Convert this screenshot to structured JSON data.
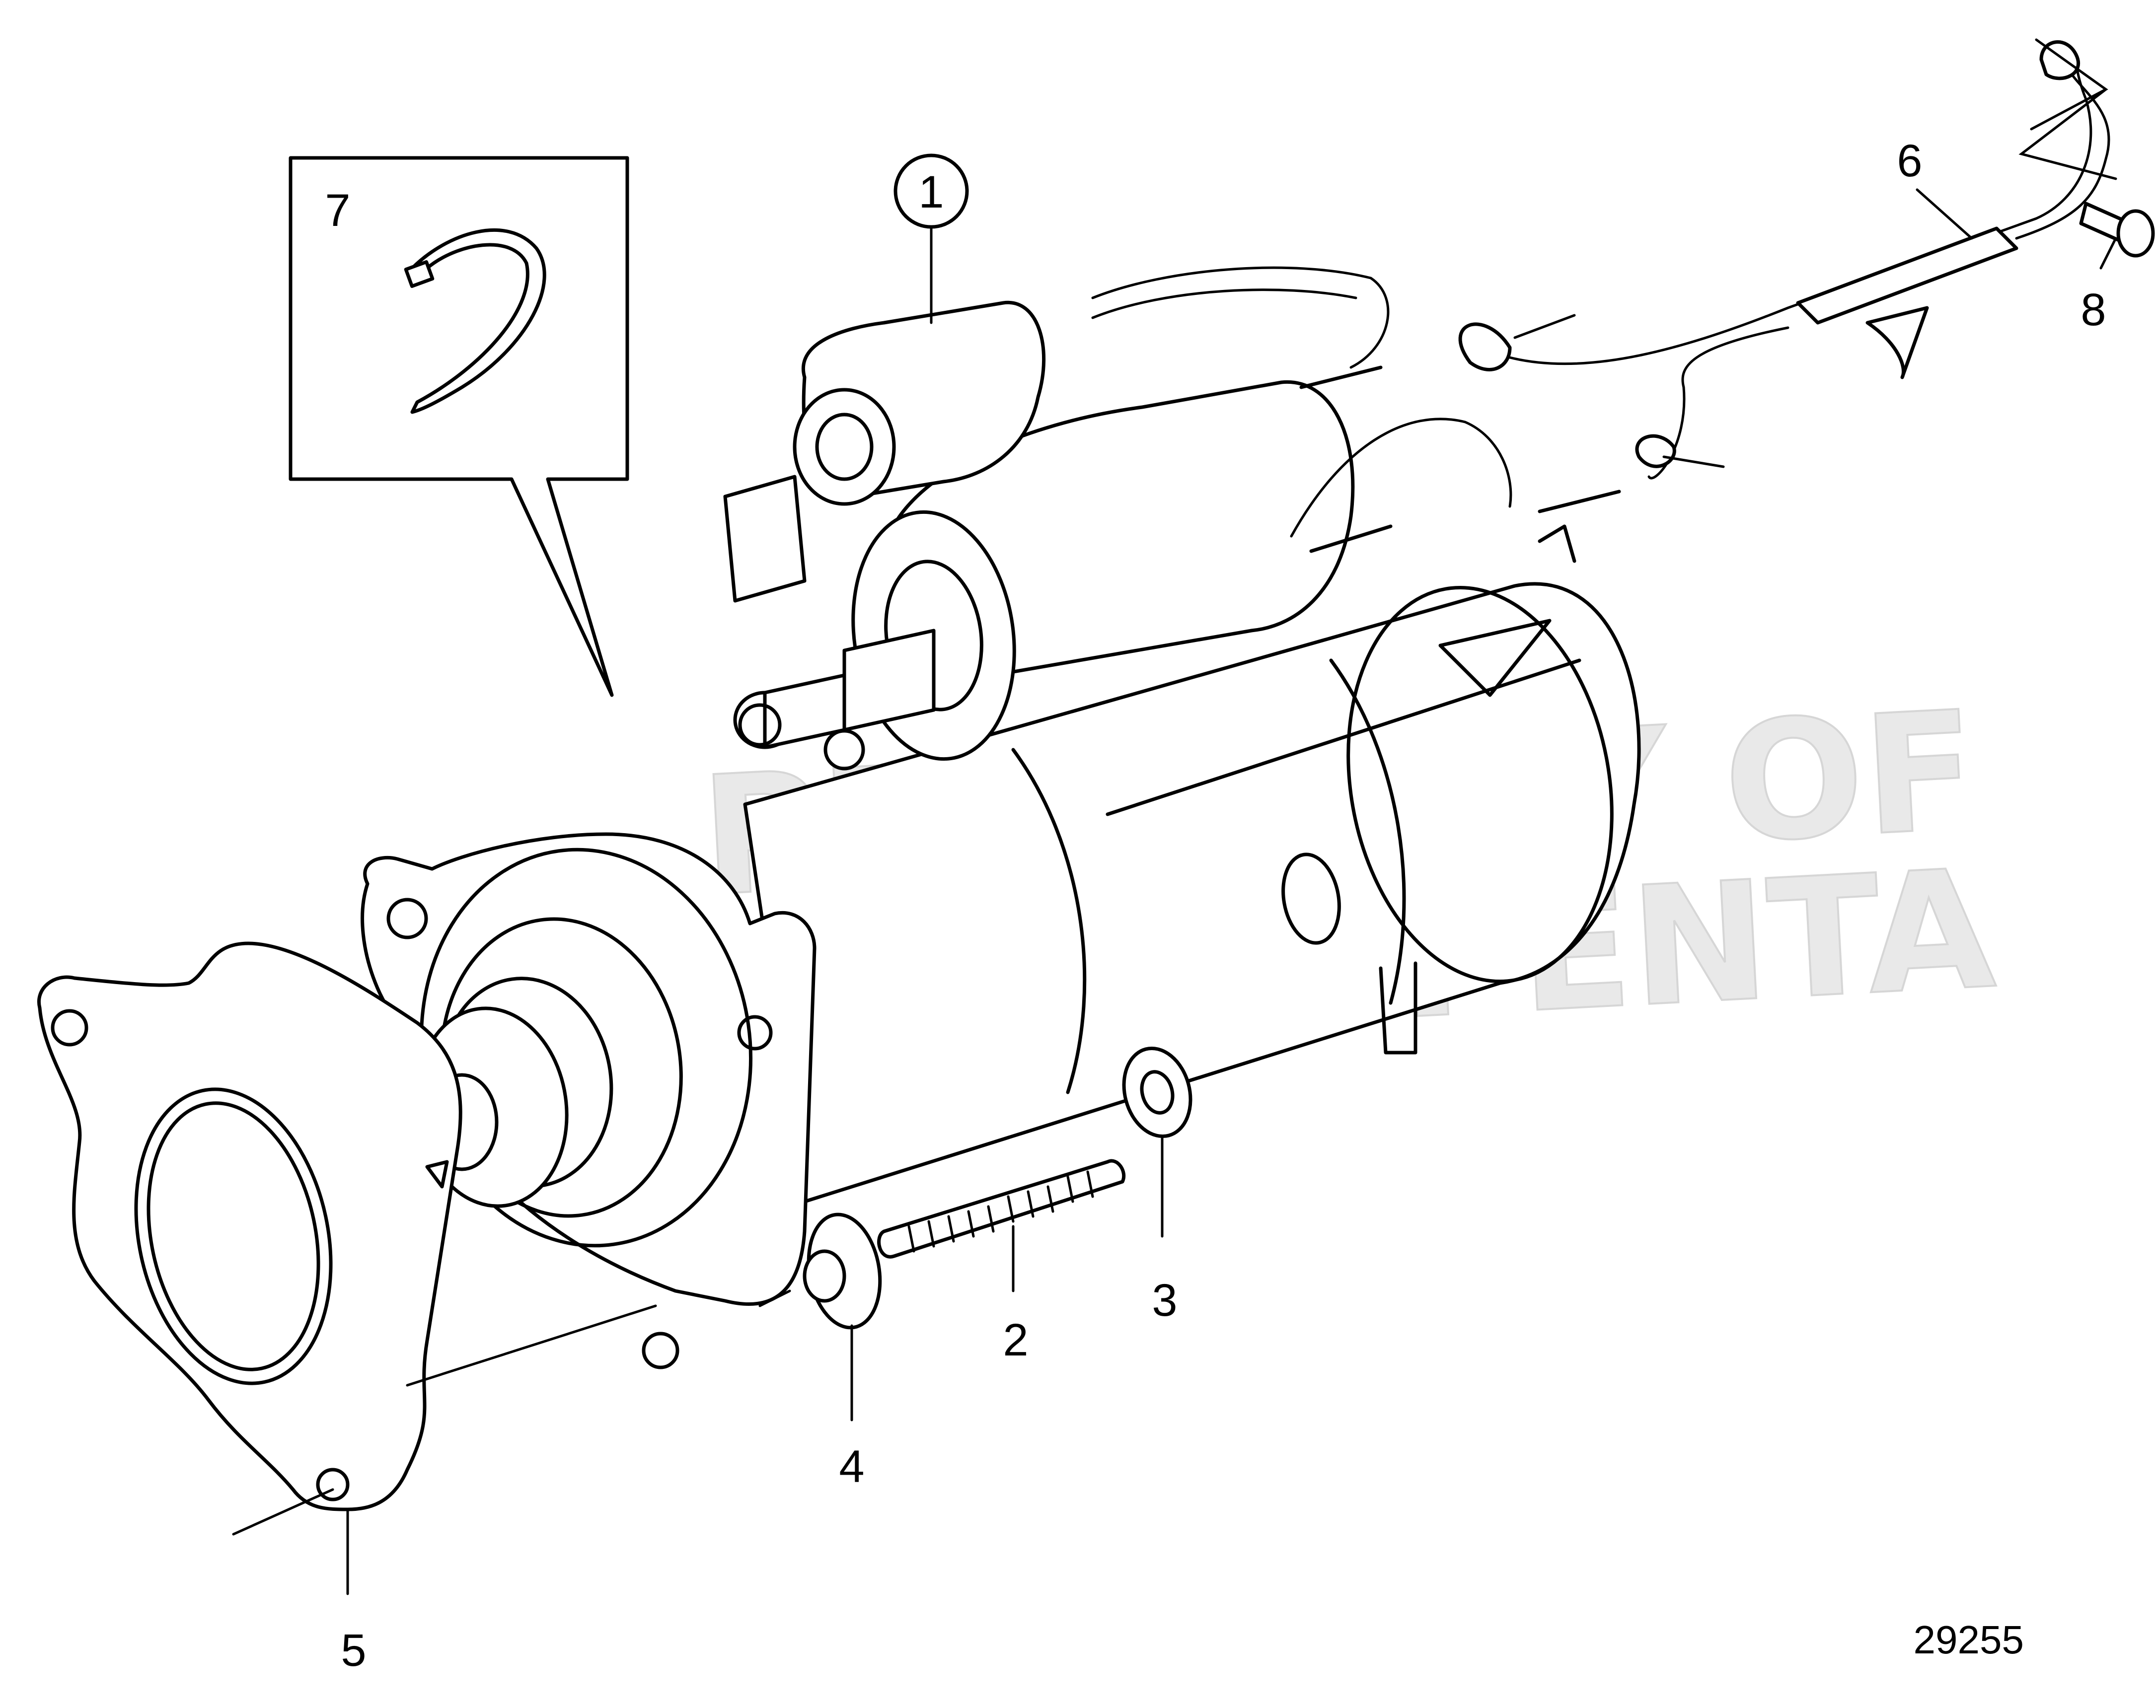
{
  "watermark": {
    "line1": "PROPERTY OF",
    "line2": "VOLVO PENTA"
  },
  "callouts": {
    "item1": "1",
    "item2": "2",
    "item3": "3",
    "item4": "4",
    "item5": "5",
    "item6": "6",
    "item7": "7",
    "item8": "8"
  },
  "reference_number": "29255"
}
